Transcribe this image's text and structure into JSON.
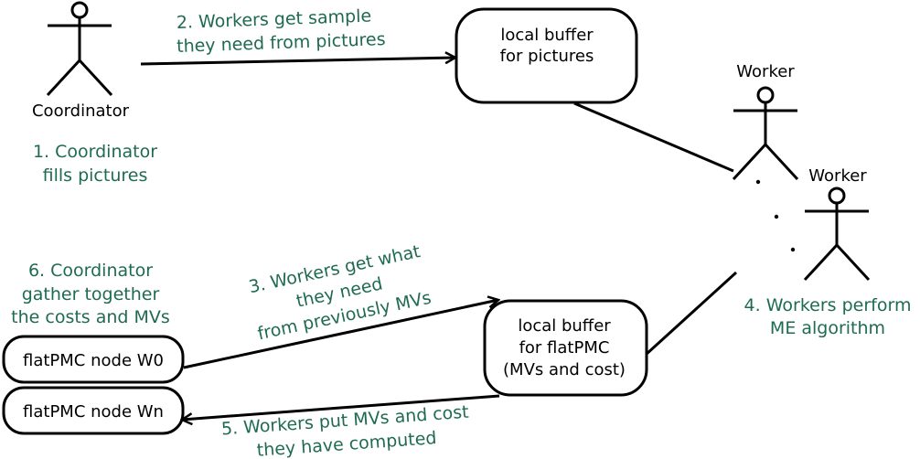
{
  "actors": {
    "coordinator": "Coordinator",
    "worker1": "Worker",
    "worker2": "Worker"
  },
  "boxes": {
    "pictures_buffer": [
      "local buffer",
      "for pictures"
    ],
    "flatpmc_buffer": [
      "local buffer",
      "for flatPMC",
      "(MVs and cost)"
    ],
    "node_w0": "flatPMC node W0",
    "node_wn": "flatPMC node Wn"
  },
  "steps": {
    "step1": [
      "1. Coordinator",
      "fills pictures"
    ],
    "step2": [
      "2. Workers get sample",
      "they need from pictures"
    ],
    "step3": [
      "3. Workers get what",
      "they need",
      "from previously MVs"
    ],
    "step4": [
      "4. Workers perform",
      "ME algorithm"
    ],
    "step5": [
      "5. Workers put MVs and cost",
      "they have computed"
    ],
    "step6": [
      "6. Coordinator",
      "gather together",
      "the costs and MVs"
    ]
  },
  "colors": {
    "step_text": "#1f6b52",
    "lines": "#000000"
  }
}
